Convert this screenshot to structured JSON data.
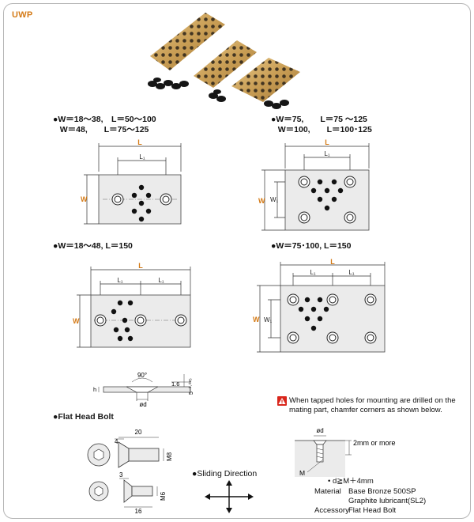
{
  "header": {
    "tag": "UWP"
  },
  "specs": {
    "top_left_line1": "●W＝18～38,　L＝50～100",
    "top_left_line2": "   W＝48,　　L＝75～125",
    "top_right_line1": "●W＝75,　　L＝75 ～125",
    "top_right_line2": "   W＝100,　　L＝100･125",
    "mid_left": "●W＝18～48, L＝150",
    "mid_right": "●W＝75･100, L＝150"
  },
  "dims": {
    "L": "L",
    "L1": "L₁",
    "W": "W",
    "W1": "W₁",
    "angle": "90°",
    "d": "ød",
    "h": "h",
    "t16": "1.6",
    "tol": "5",
    "tol_text": "5⁻⁰·⁰²⁵",
    "b20": "20",
    "b4": "4",
    "bM8": "M8",
    "b3": "3",
    "b16": "16",
    "bM6": "M6"
  },
  "bolt": {
    "title": "●Flat Head Bolt"
  },
  "sliding": {
    "label": "●Sliding Direction"
  },
  "warning": {
    "icon": "warning-triangle-icon",
    "line1": "When tapped holes for mounting are drilled on the",
    "line2": "mating part, chamfer corners as shown below."
  },
  "chamfer": {
    "d": "ød",
    "clearance": "2mm or more",
    "M": "M"
  },
  "info": {
    "rule": "• d≧M＋4mm",
    "material_label": "Material",
    "material_1": "Base Bronze 500SP",
    "material_2": "Graphite lubricant(SL2)",
    "accessory_label": "Accessory",
    "accessory": "Flat Head Bolt"
  },
  "colors": {
    "dim": "#d47a16",
    "plate": "#ebebeb",
    "bronze": "#c9a25e",
    "border": "#b5b5b5"
  }
}
